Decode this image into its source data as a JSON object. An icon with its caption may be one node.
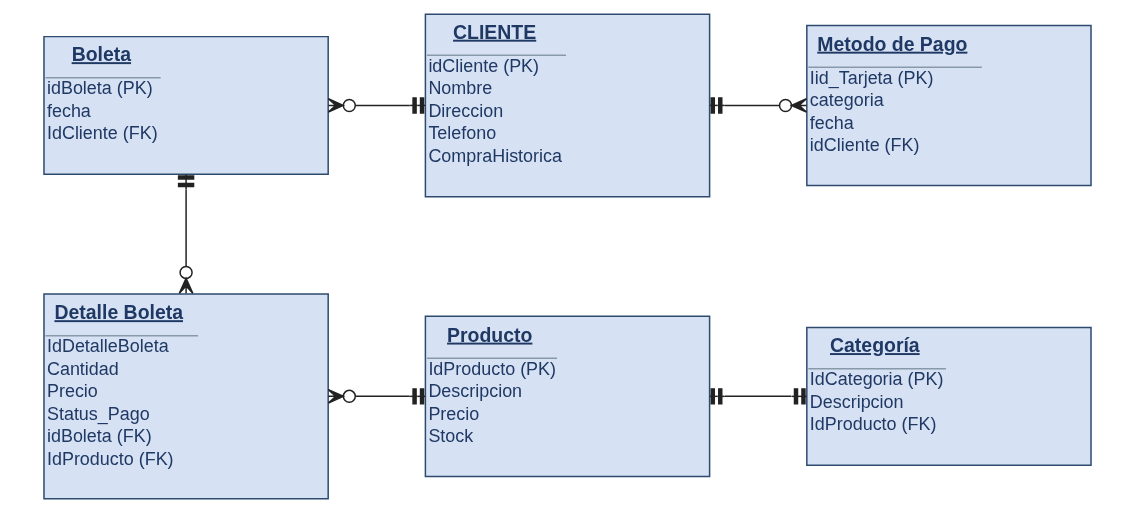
{
  "diagram": {
    "nodes": [
      {
        "text": [
          "Boleta",
          "idBoleta (PK)",
          "fecha",
          "IdCliente (FK)"
        ]
      },
      {
        "text": [
          "CLIENTE",
          "idCliente (PK)",
          "Nombre",
          "Direccion",
          "Telefono",
          "CompraHistorica"
        ]
      },
      {
        "text": [
          "Metodo de Pago",
          "Iid_Tarjeta (PK)",
          "categoria",
          "fecha",
          "idCliente (FK)"
        ]
      },
      {
        "text": [
          "Detalle Boleta",
          "IdDetalleBoleta",
          "Cantidad",
          "Precio",
          "Status_Pago",
          "idBoleta (FK)",
          "IdProducto (FK)"
        ]
      },
      {
        "text": [
          "Producto",
          "IdProducto (PK)",
          "Descripcion",
          "Precio",
          "Stock"
        ]
      },
      {
        "text": [
          "Categoría",
          "IdCategoria (PK)",
          "Descripcion",
          "IdProducto (FK)"
        ]
      }
    ],
    "edges": [
      {
        "from": 0,
        "to": 1,
        "arrow": "other"
      },
      {
        "from": 1,
        "to": 2,
        "arrow": "other"
      },
      {
        "from": 0,
        "to": 3,
        "arrow": "other"
      },
      {
        "from": 3,
        "to": 4,
        "arrow": "other"
      },
      {
        "from": 4,
        "to": 5,
        "arrow": "other"
      }
    ]
  }
}
